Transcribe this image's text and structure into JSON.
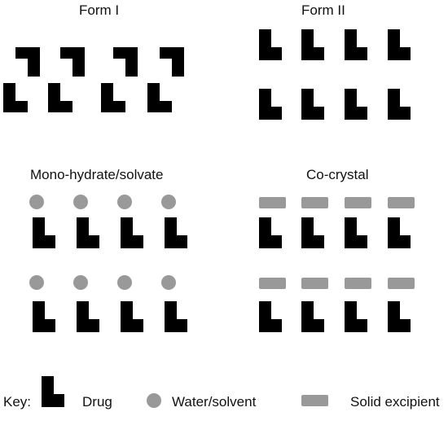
{
  "panels": {
    "form1": {
      "title": "Form I"
    },
    "form2": {
      "title": "Form II"
    },
    "hydrate": {
      "title": "Mono-hydrate/solvate"
    },
    "cocrystal": {
      "title": "Co-crystal"
    }
  },
  "key": {
    "title": "Key:",
    "drug": "Drug",
    "water": "Water/solvent",
    "solid": "Solid excipient"
  },
  "colors": {
    "drug": "#000000",
    "molecule": "#999999"
  }
}
